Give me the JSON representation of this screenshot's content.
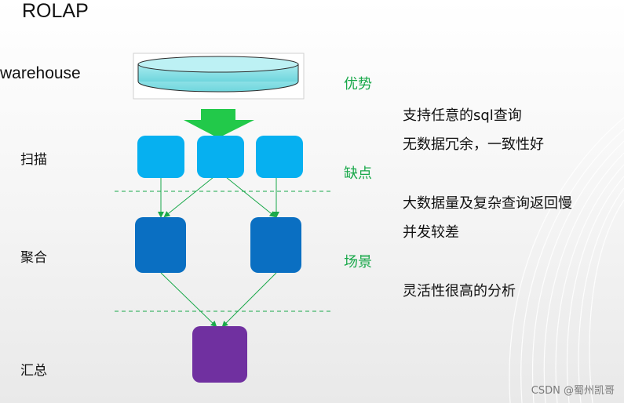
{
  "title": "ROLAP",
  "labels": {
    "warehouse": "warehouse",
    "scan": "扫描",
    "aggregate": "聚合",
    "summary": "汇总"
  },
  "sections": {
    "advantages": {
      "heading": "优势",
      "items": [
        "支持任意的sql查询",
        "无数据冗余，一致性好"
      ]
    },
    "disadvantages": {
      "heading": "缺点",
      "items": [
        "大数据量及复杂查询返回慢",
        "并发较差"
      ]
    },
    "scenarios": {
      "heading": "场景",
      "items": [
        "灵活性很高的分析"
      ]
    }
  },
  "watermark": "CSDN @蜀州凯哥",
  "colors": {
    "scan": "#06b0f0",
    "aggregate": "#0a6fc2",
    "summary": "#7030a0",
    "arrow": "#19a84a",
    "heading": "#19a84a"
  }
}
